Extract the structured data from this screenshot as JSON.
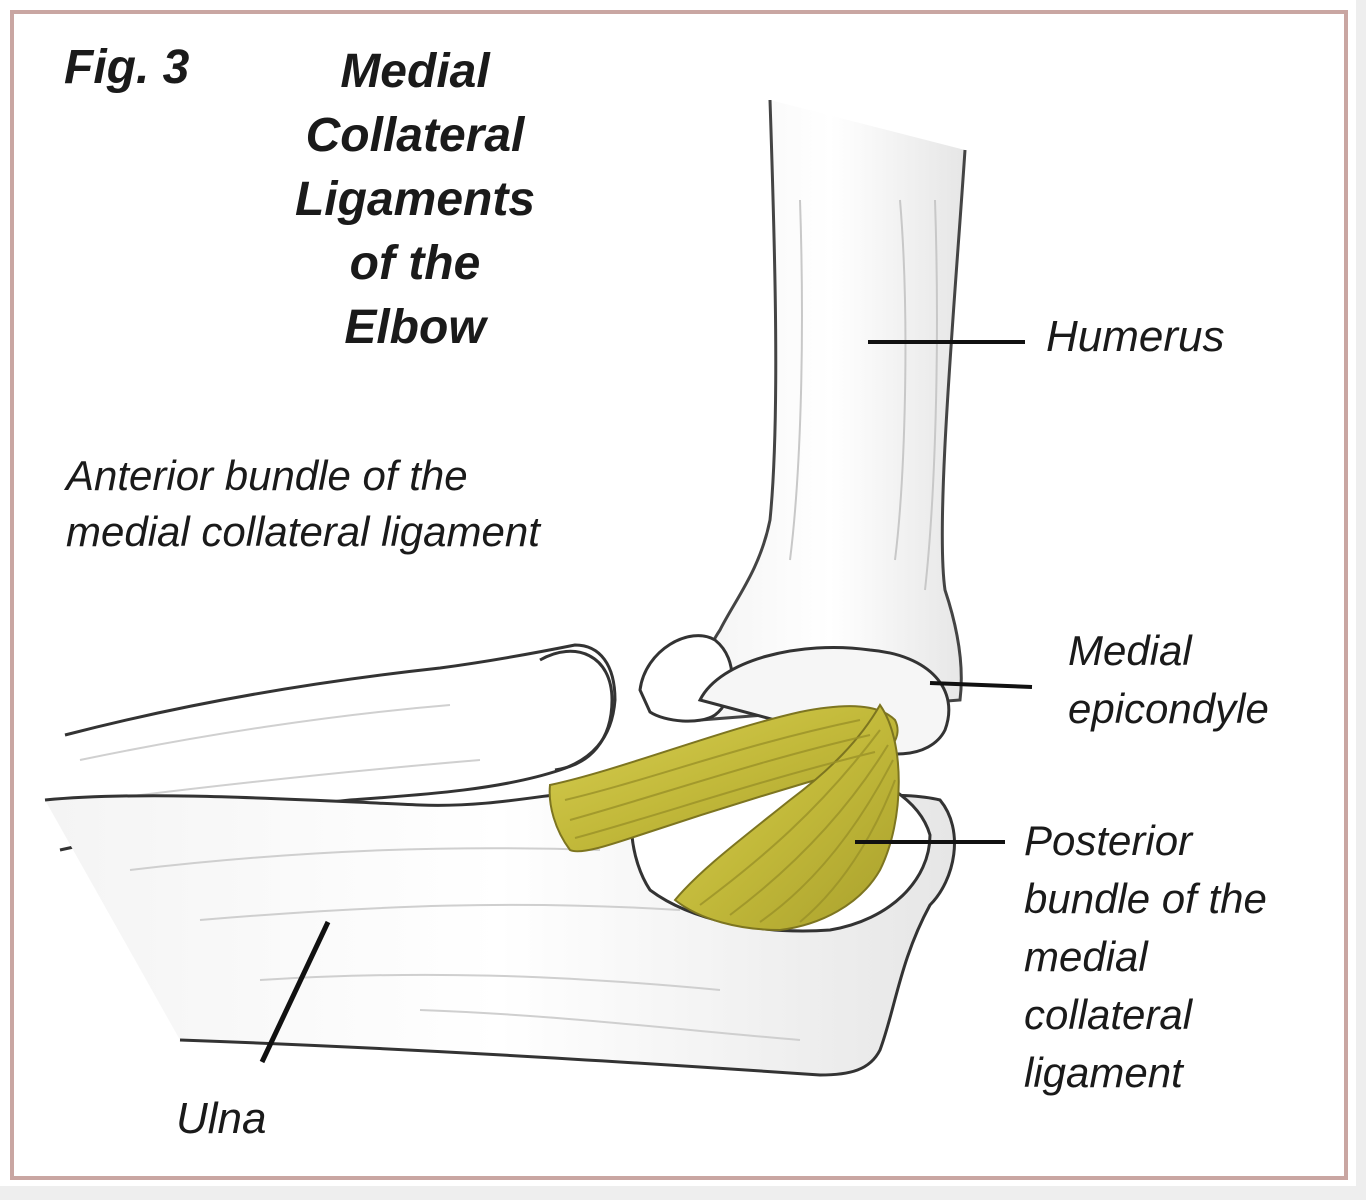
{
  "figure": {
    "number": "Fig. 3",
    "title_lines": [
      "Medial",
      "Collateral",
      "Ligaments",
      "of the",
      "Elbow"
    ]
  },
  "labels": {
    "humerus": "Humerus",
    "anterior_bundle": [
      "Anterior bundle of the",
      "medial collateral ligament"
    ],
    "medial_epicondyle": [
      "Medial",
      "epicondyle"
    ],
    "posterior_bundle": [
      "Posterior",
      "bundle of the",
      "medial",
      "collateral",
      "ligament"
    ],
    "ulna": "Ulna"
  },
  "colors": {
    "frame": "#c9a6a2",
    "ligament": "#c9c040",
    "bone_outline": "#3a3a3a",
    "leader_line": "#111111"
  }
}
